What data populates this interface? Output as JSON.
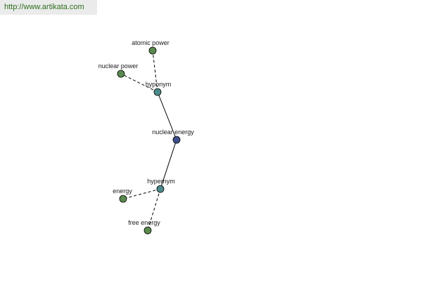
{
  "banner": {
    "url": "http://www.artikata.com"
  },
  "colors": {
    "center_node": "#3f4f8c",
    "relation_node": "#4d8a8a",
    "leaf_node": "#5a8a4e",
    "link": "#000000"
  },
  "graph": {
    "center": "nuclear energy",
    "relations": [
      {
        "name": "hyponym",
        "terms": [
          "atomic power",
          "nuclear power"
        ]
      },
      {
        "name": "hypernym",
        "terms": [
          "energy",
          "free energy"
        ]
      }
    ]
  }
}
